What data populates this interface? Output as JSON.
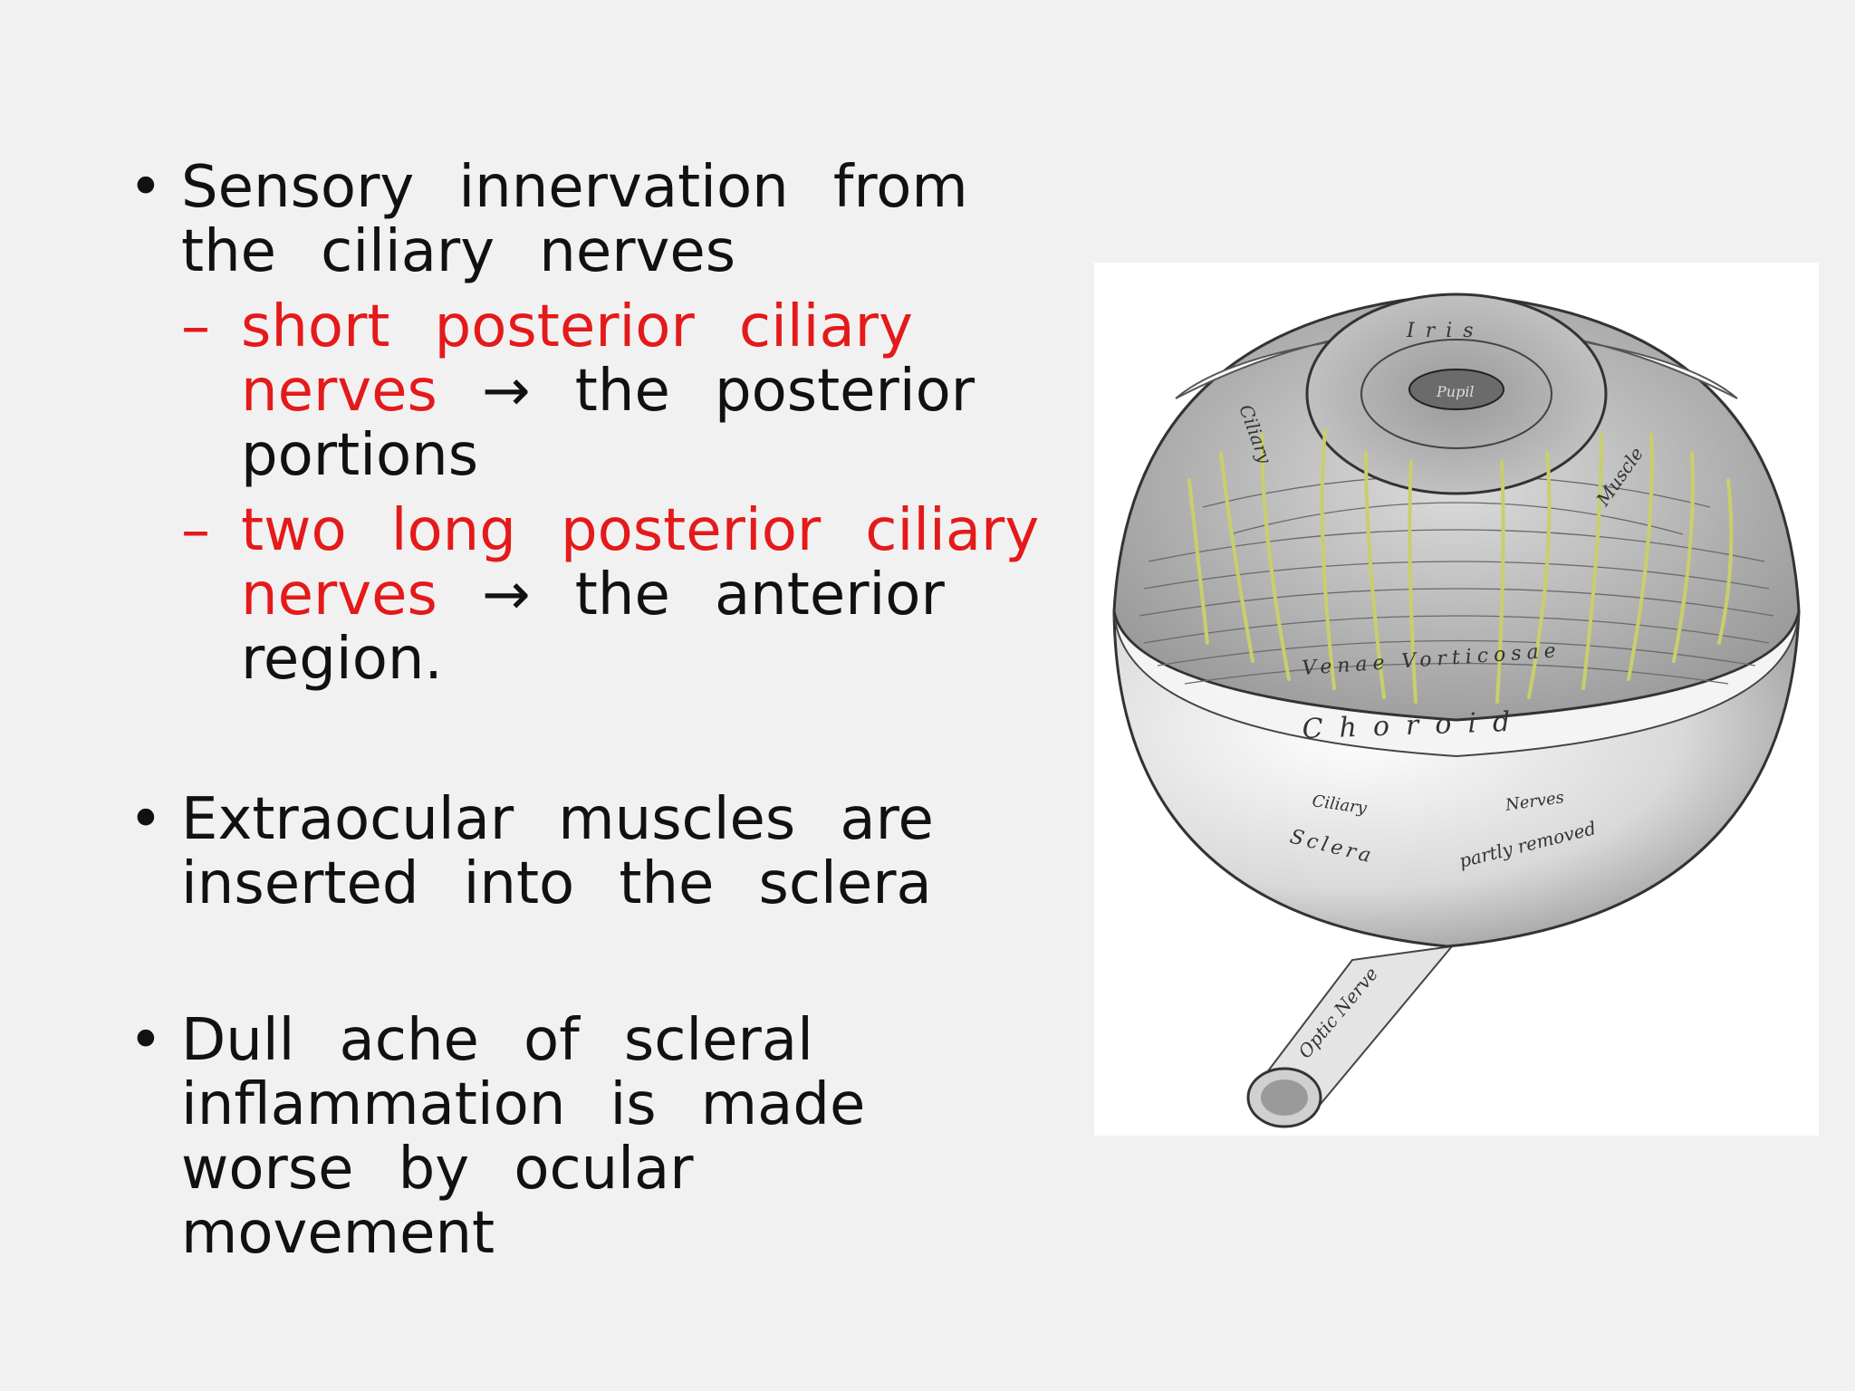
{
  "bullets": [
    {
      "text": "Sensory innervation from the ciliary nerves",
      "subs": [
        {
          "red": "short posterior ciliary nerves",
          "arrow": "→",
          "rest": "the posterior portions"
        },
        {
          "red": "two long posterior ciliary nerves",
          "arrow": "→",
          "rest": "the anterior region."
        }
      ]
    },
    {
      "text": "Extraocular muscles are inserted into the sclera"
    },
    {
      "text": "Dull ache of scleral inflammation is made worse by ocular movement"
    }
  ],
  "markers": {
    "bullet": "•",
    "dash": "–"
  },
  "figure": {
    "labels": {
      "iris": "Iris",
      "pupil": "Pupil",
      "ciliary_muscle_left": "Ciliary",
      "ciliary_muscle_right": "Muscle",
      "venae_vorticosae": "Venae Vorticosae",
      "choroid": "Choroid",
      "ciliary_nerves_left": "Ciliary",
      "ciliary_nerves_right": "Nerves",
      "sclera": "Sclera",
      "partly_removed": "partly removed",
      "optic_nerve": "Optic Nerve"
    },
    "colors": {
      "nerve": "#c9cf6a",
      "line": "#555555",
      "paper": "#ffffff"
    }
  }
}
